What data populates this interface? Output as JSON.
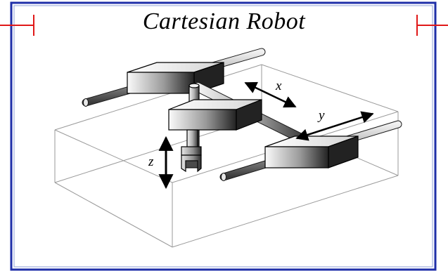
{
  "title": "Cartesian Robot",
  "axes": {
    "x": "x",
    "y": "y",
    "z": "z"
  },
  "colors": {
    "border": "#1f2fa8",
    "accent_marks": "#e01818",
    "lines": "#000000",
    "background": "#ffffff"
  }
}
